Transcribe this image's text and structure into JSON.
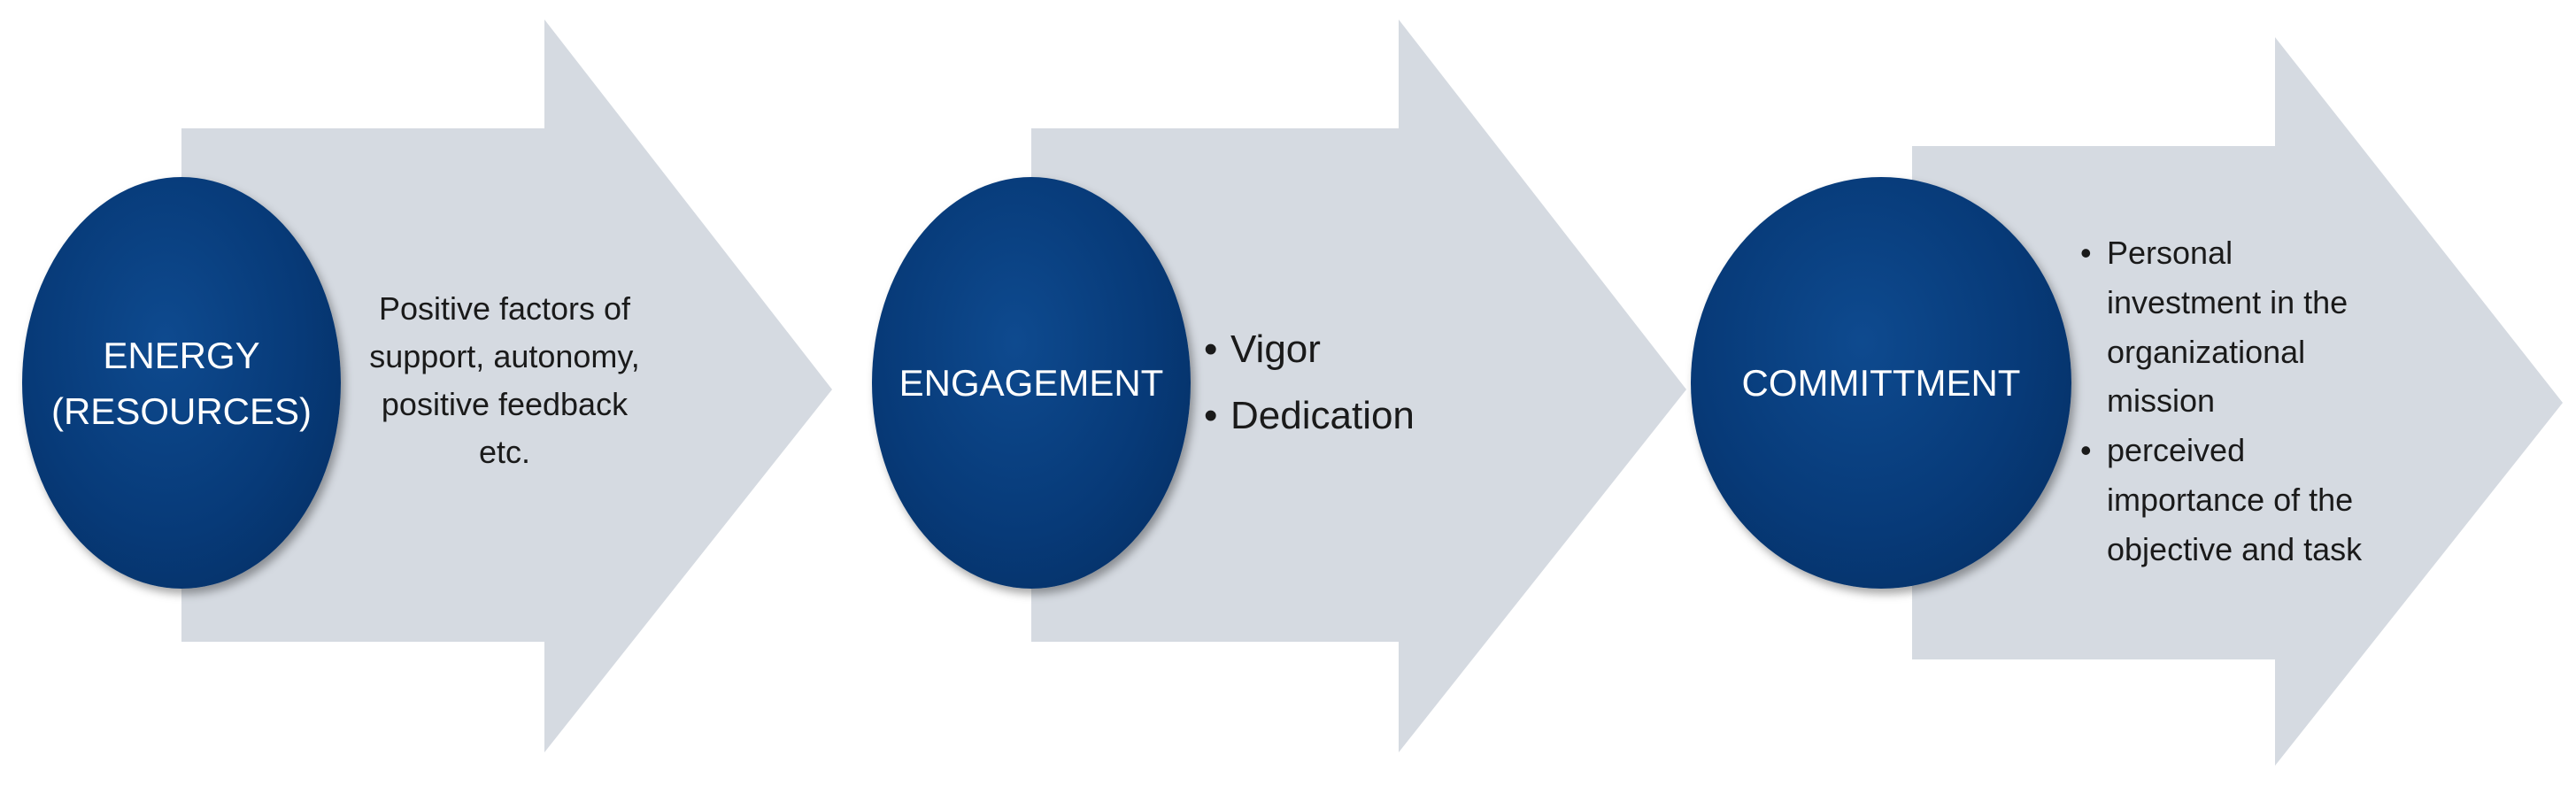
{
  "stages": [
    {
      "circle_lines": [
        "ENERGY",
        "(RESOURCES)"
      ],
      "desc_lines": [
        "Positive factors of",
        "support, autonomy,",
        "positive feedback",
        "etc."
      ]
    },
    {
      "circle_lines": [
        "ENGAGEMENT"
      ],
      "bullets": [
        "Vigor",
        "Dedication"
      ]
    },
    {
      "circle_lines": [
        "COMMITTMENT"
      ],
      "bullets": [
        [
          "Personal",
          "investment in the",
          "organizational",
          "mission"
        ],
        [
          "perceived",
          "importance of the",
          "objective and task"
        ]
      ]
    }
  ],
  "colors": {
    "arrow_fill": "#d5dae1",
    "circle_fill": "#073a78",
    "circle_text": "#ffffff"
  },
  "bullet_glyph": "•"
}
